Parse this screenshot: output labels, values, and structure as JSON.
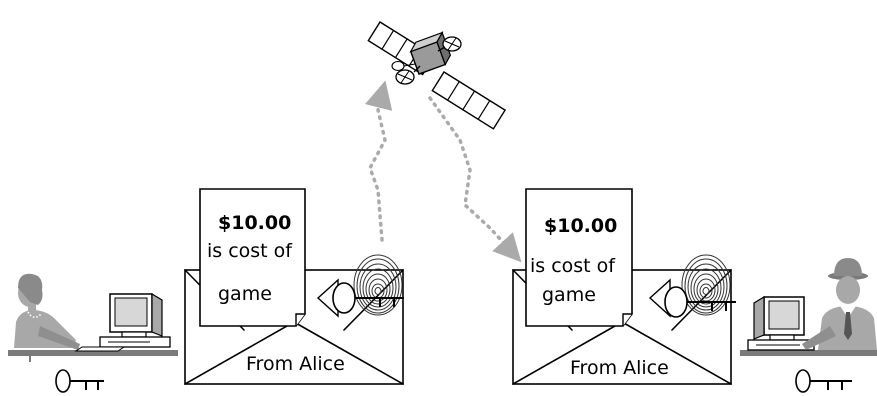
{
  "left_message": {
    "amount": "$10.00",
    "line1": "is cost of",
    "line2": "game",
    "envelope_label": "From Alice"
  },
  "right_message": {
    "amount": "$10.00",
    "line1": "is cost of",
    "line2": "game",
    "envelope_label": "From Alice"
  },
  "icons": {
    "sender": "woman-at-computer-icon",
    "receiver": "man-at-computer-icon",
    "satellite": "satellite-icon",
    "fingerprint": "fingerprint-icon",
    "key": "key-icon"
  },
  "colors": {
    "figure": "#a8a8a8",
    "figure_dark": "#7a7a7a",
    "path": "#aaaaaa",
    "satellite_body": "#9a9a9a"
  }
}
